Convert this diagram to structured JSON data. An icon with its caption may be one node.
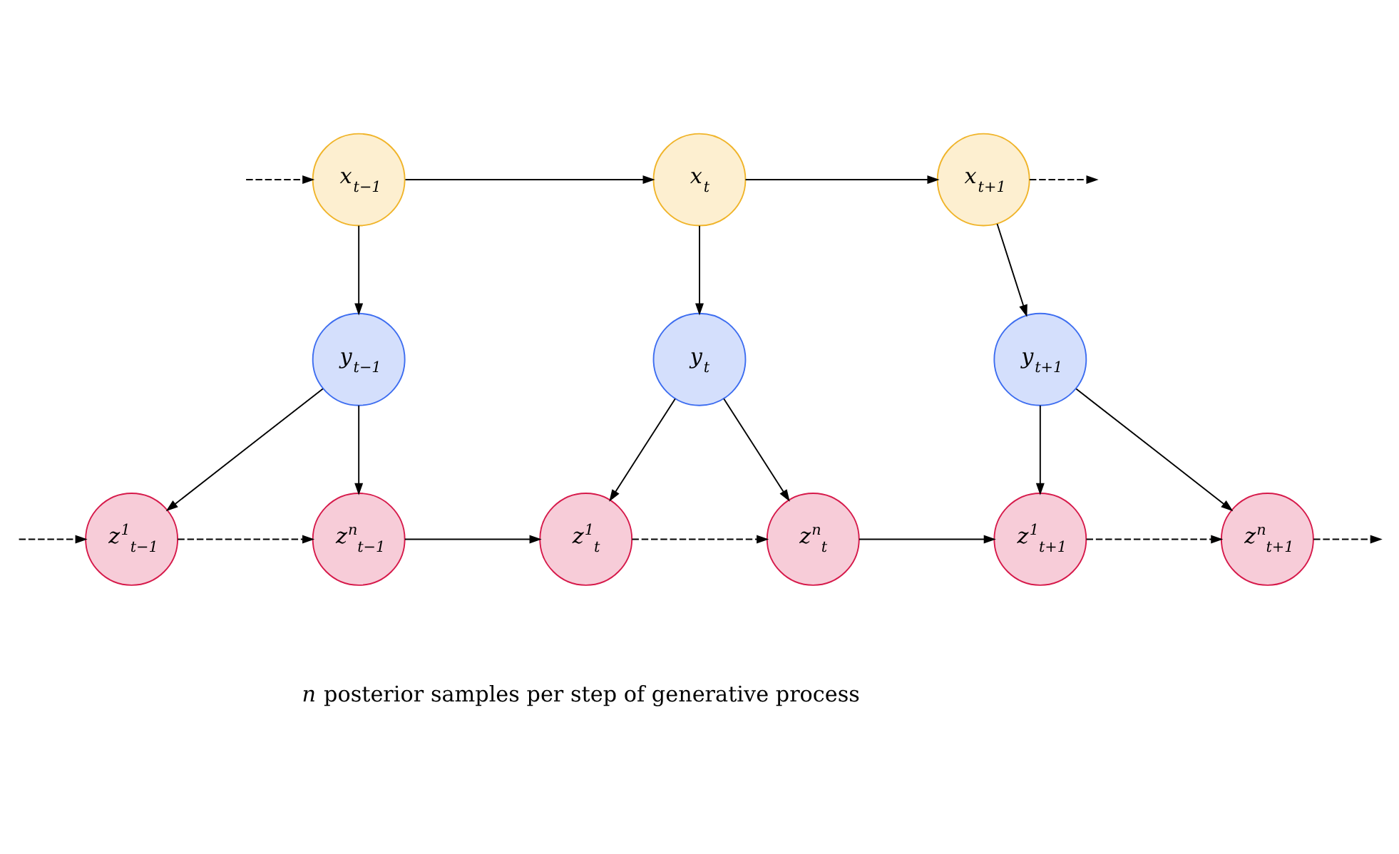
{
  "diagram": {
    "nodes": [
      {
        "text": [
          "x$_{t−1}$"
        ]
      },
      {
        "text": [
          "x$_{t}$"
        ]
      },
      {
        "text": [
          "x$_{t+1}$"
        ]
      },
      {
        "text": [
          "y$_{t−1}$"
        ]
      },
      {
        "text": [
          "y$_{t}$"
        ]
      },
      {
        "text": [
          "y$_{t+1}$"
        ]
      },
      {
        "text": [
          "z$^{1}$$_{t−1}$"
        ]
      },
      {
        "text": [
          "z$^{n}$$_{t−1}$"
        ]
      },
      {
        "text": [
          "z$^{1}$$_{t}$"
        ]
      },
      {
        "text": [
          "z$^{n}$$_{t}$"
        ]
      },
      {
        "text": [
          "z$^{1}$$_{t+1}$"
        ]
      },
      {
        "text": [
          "z$^{n}$$_{t+1}$"
        ]
      }
    ],
    "edges": [
      {
        "from": null,
        "to": 0,
        "arrow": "to",
        "style": "dashed"
      },
      {
        "from": 0,
        "to": 1,
        "arrow": "to"
      },
      {
        "from": 1,
        "to": 2,
        "arrow": "to"
      },
      {
        "from": 2,
        "to": null,
        "arrow": "to",
        "style": "dashed"
      },
      {
        "from": 0,
        "to": 3,
        "arrow": "to"
      },
      {
        "from": 1,
        "to": 4,
        "arrow": "to"
      },
      {
        "from": 2,
        "to": 5,
        "arrow": "to"
      },
      {
        "from": 3,
        "to": 6,
        "arrow": "to"
      },
      {
        "from": 3,
        "to": 7,
        "arrow": "to"
      },
      {
        "from": 4,
        "to": 8,
        "arrow": "to"
      },
      {
        "from": 4,
        "to": 9,
        "arrow": "to"
      },
      {
        "from": 5,
        "to": 10,
        "arrow": "to"
      },
      {
        "from": 5,
        "to": 11,
        "arrow": "to"
      },
      {
        "from": null,
        "to": 6,
        "arrow": "to",
        "style": "dashed"
      },
      {
        "from": 6,
        "to": 7,
        "arrow": "to",
        "style": "dashed"
      },
      {
        "from": 7,
        "to": 8,
        "arrow": "to"
      },
      {
        "from": 8,
        "to": 9,
        "arrow": "to",
        "style": "dashed"
      },
      {
        "from": 9,
        "to": 10,
        "arrow": "to"
      },
      {
        "from": 10,
        "to": 11,
        "arrow": "to",
        "style": "dashed"
      },
      {
        "from": 11,
        "to": null,
        "arrow": "to",
        "style": "dashed"
      }
    ],
    "labels": [
      "*n* posterior samples per step of generative process"
    ]
  }
}
